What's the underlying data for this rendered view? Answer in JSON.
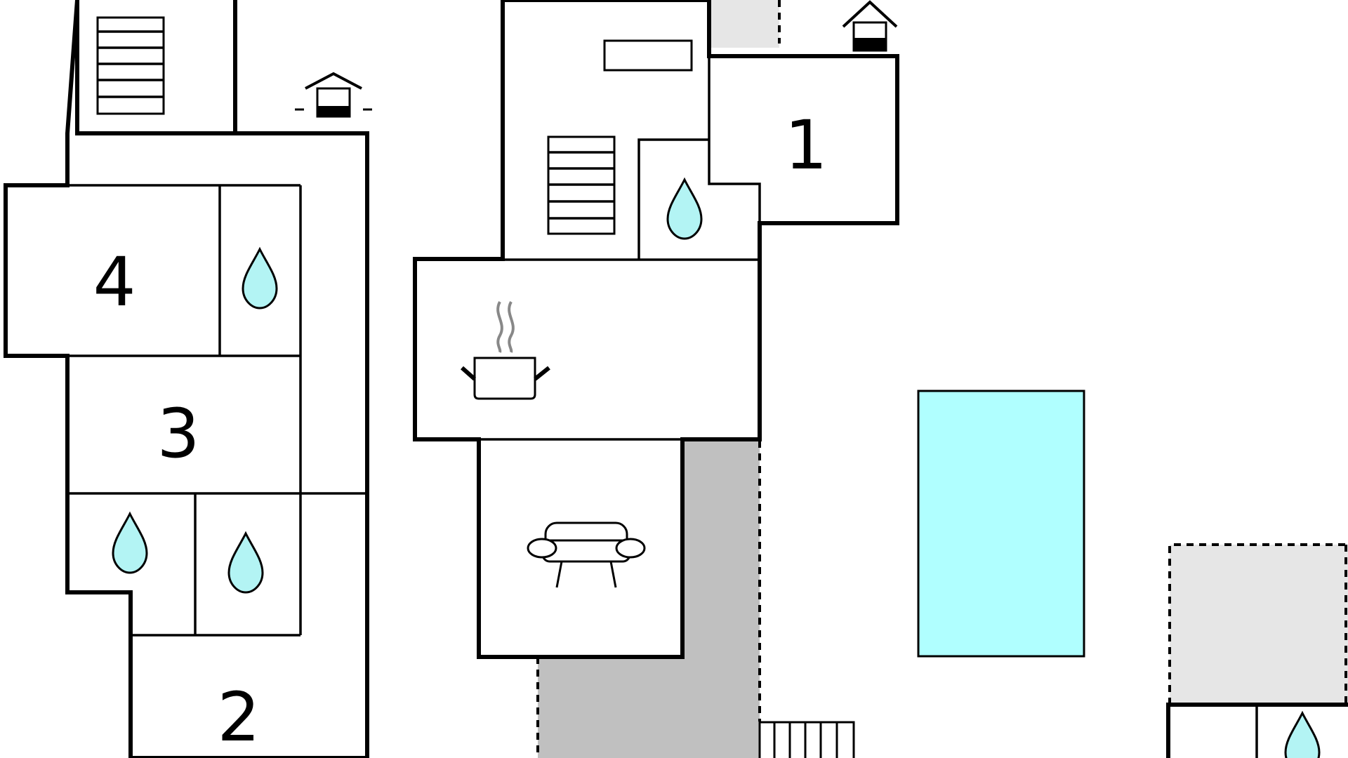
{
  "rooms": [
    {
      "id": "bedroom-1",
      "label": "1"
    },
    {
      "id": "bedroom-2",
      "label": "2"
    },
    {
      "id": "bedroom-3",
      "label": "3"
    },
    {
      "id": "bedroom-4",
      "label": "4"
    }
  ],
  "icons": {
    "bathroom": "water-drop-icon",
    "kitchen": "cooking-pot-icon",
    "living": "sofa-icon",
    "entrance": "house-entrance-icon",
    "stairs": "staircase-icon",
    "pool": "swimming-pool"
  },
  "colors": {
    "water": "#b3f4f4",
    "pool": "#b0ffff",
    "terrace": "#c0c0c0",
    "covered": "#e6e6e6",
    "wall": "#000000"
  }
}
